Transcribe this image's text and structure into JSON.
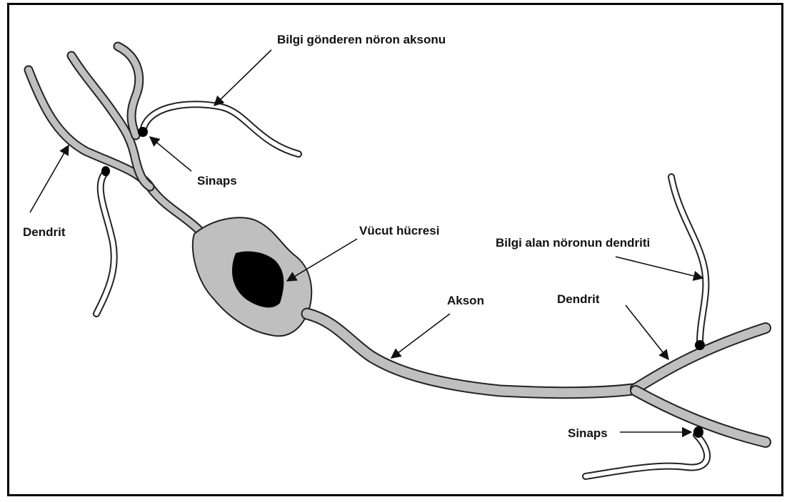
{
  "labels": {
    "axon_sender": "Bilgi gönderen nöron aksonu",
    "synapse_top": "Sinaps",
    "dendrite_left": "Dendrit",
    "cell_body": "Vücut hücresi",
    "receiver_dendrite": "Bilgi alan nöronun dendriti",
    "axon": "Akson",
    "dendrite_right": "Dendrit",
    "synapse_bottom": "Sinaps"
  },
  "colors": {
    "neuron_fill": "#bfbfbf",
    "outline": "#222222",
    "nucleus": "#000000",
    "background": "#ffffff"
  }
}
